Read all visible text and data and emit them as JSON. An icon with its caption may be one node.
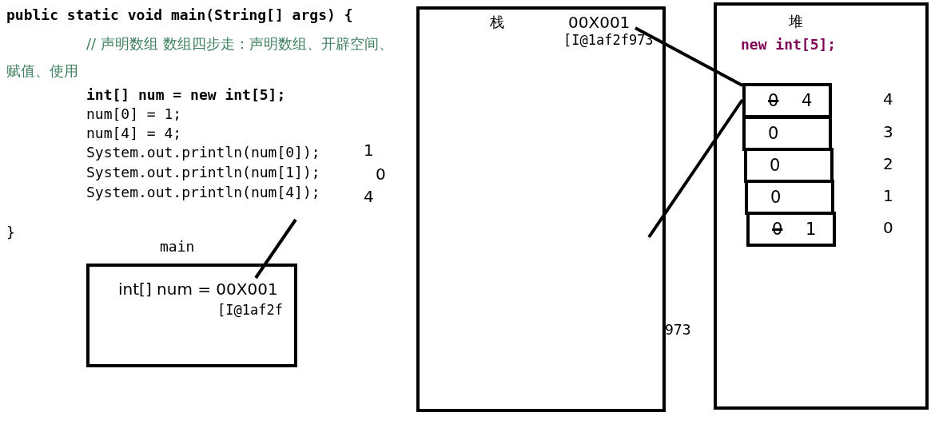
{
  "diagram": {
    "nodes": [
      {
        "text": [
          "main",
          "int[] num = 00X001",
          "[I@1af2f"
        ]
      },
      {
        "text": [
          "栈",
          "00X001",
          "[I@1af2f973"
        ]
      },
      {
        "text": [
          "堆",
          "new int[5];"
        ]
      },
      {
        "text": [
          "0",
          "4"
        ],
        "in": 2,
        "beside": [
          "4"
        ]
      },
      {
        "text": [
          "0"
        ],
        "in": 2,
        "beside": [
          "3"
        ]
      },
      {
        "text": [
          "0"
        ],
        "in": 2,
        "beside": [
          "2"
        ]
      },
      {
        "text": [
          "0"
        ],
        "in": 2,
        "beside": [
          "1"
        ]
      },
      {
        "text": [
          "0",
          "1"
        ],
        "in": 2,
        "beside": [
          "0"
        ]
      }
    ],
    "edges": [
      {
        "from": 1,
        "to": 3,
        "arrow": "none"
      },
      {
        "from": 1,
        "to": 3,
        "arrow": "none"
      },
      {
        "from": 0,
        "to": null,
        "arrow": "none"
      }
    ],
    "labels": [
      "public static void main(String[] args) {",
      "// 声明数组 数组四步走：声明数组、开辟空间、赋值、使用",
      "int[] num = new int[5];",
      "num[0] = 1;",
      "num[4] = 4;",
      "System.out.println(num[0]);",
      "1",
      "System.out.println(num[1]);",
      "0",
      "System.out.println(num[4]);",
      "4",
      "}",
      "973"
    ]
  }
}
